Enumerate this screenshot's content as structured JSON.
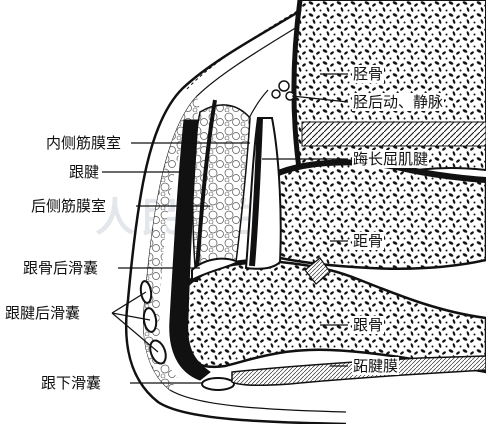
{
  "labels": {
    "medial_fascial_compartment": "内侧筋膜室",
    "calcaneal_tendon": "跟腱",
    "posterior_fascial_compartment": "后侧筋膜室",
    "retrocalcaneal_bursa": "跟骨后滑囊",
    "retro_tendon_bursa": "跟腱后滑囊",
    "subcalcaneal_bursa": "跟下滑囊",
    "tibia": "胫骨",
    "posterior_tibial_vessels": "胫后动、静脉",
    "flexor_hallucis_longus_tendon": "踇长屈肌腱",
    "talus": "距骨",
    "calcaneus": "跟骨",
    "plantar_aponeurosis": "跖腱膜"
  },
  "watermark": {
    "text": "人民卫生出版社"
  }
}
